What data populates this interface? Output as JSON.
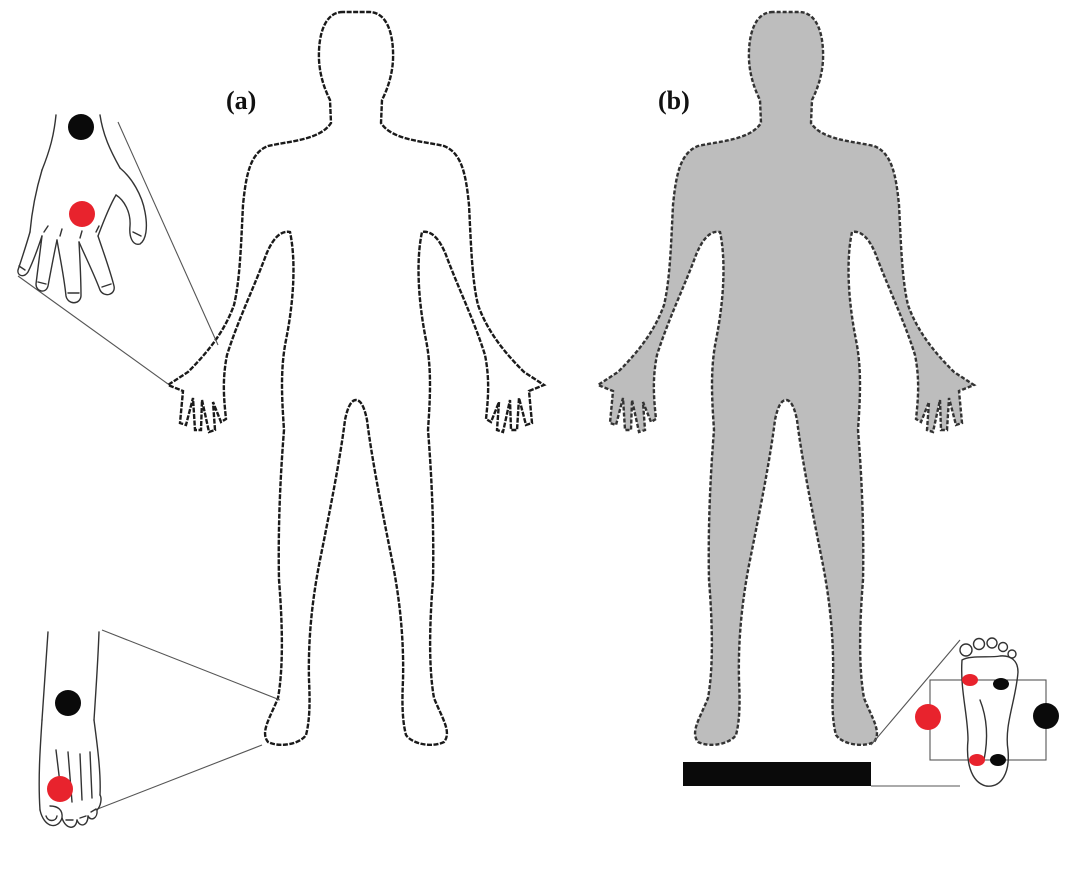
{
  "panels": [
    {
      "id": "a",
      "label": "(a)"
    },
    {
      "id": "b",
      "label": "(b)"
    }
  ],
  "colors": {
    "outline": "#1a1a1a",
    "body_fill_a": "#ffffff",
    "body_fill_b": "#bdbdbd",
    "electrode_red": "#e8232d",
    "electrode_black": "#0a0a0a",
    "platform": "#0a0a0a",
    "leader_line": "#555555"
  },
  "icons": {
    "hand_inset": "hand-with-electrodes-icon",
    "foot_inset": "foot-with-electrodes-icon",
    "sole_inset": "foot-sole-with-electrodes-icon"
  }
}
